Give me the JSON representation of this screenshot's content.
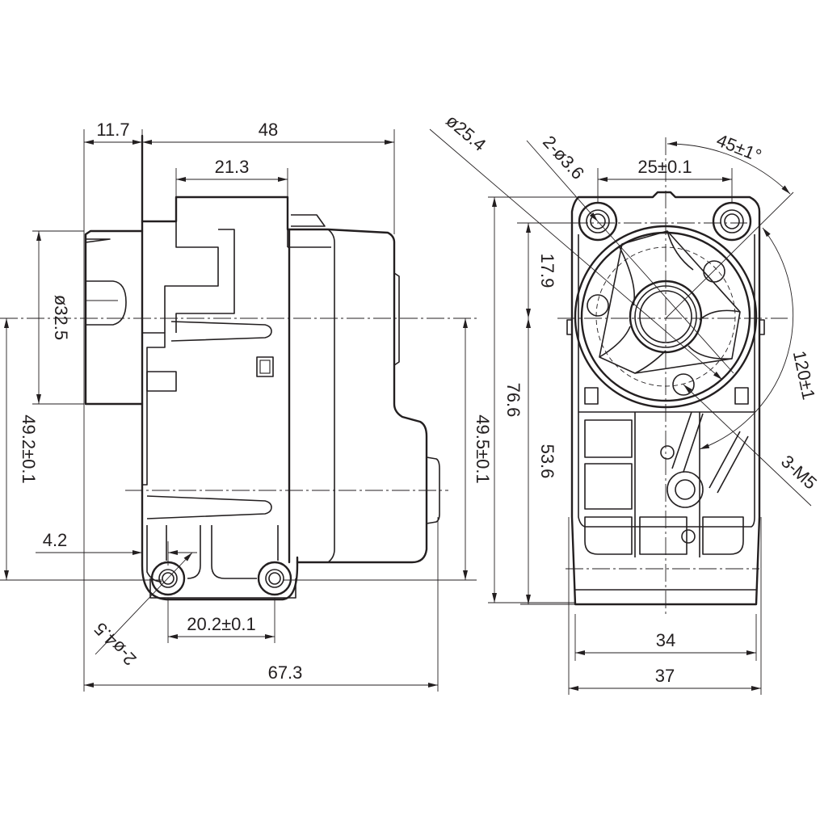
{
  "colors": {
    "ink": "#231f20",
    "paper": "#ffffff"
  },
  "side_view": {
    "dim_overhang": "11.7",
    "dim_body_length": "48",
    "dim_top_block": "21.3",
    "dim_shaft_diameter": "ø32.5",
    "dim_height_left": "49.2±0.1",
    "dim_height_right": "49.5±0.1",
    "dim_foot_offset": "4.2",
    "dim_hole_spacing": "20.2±0.1",
    "dim_mount_holes": "2-ø4.5",
    "dim_overall_length": "67.3"
  },
  "front_view": {
    "dim_bolt_circle": "ø25.4",
    "dim_top_holes": "2-ø3.6",
    "dim_top_hole_spacing": "25±0.1",
    "dim_angle_top": "45±1°",
    "dim_upper_height": "17.9",
    "dim_total_height": "76.6",
    "dim_lower_height": "53.6",
    "dim_angle_side": "120±1",
    "dim_threads": "3-M5",
    "dim_inner_width": "34",
    "dim_outer_width": "37"
  }
}
